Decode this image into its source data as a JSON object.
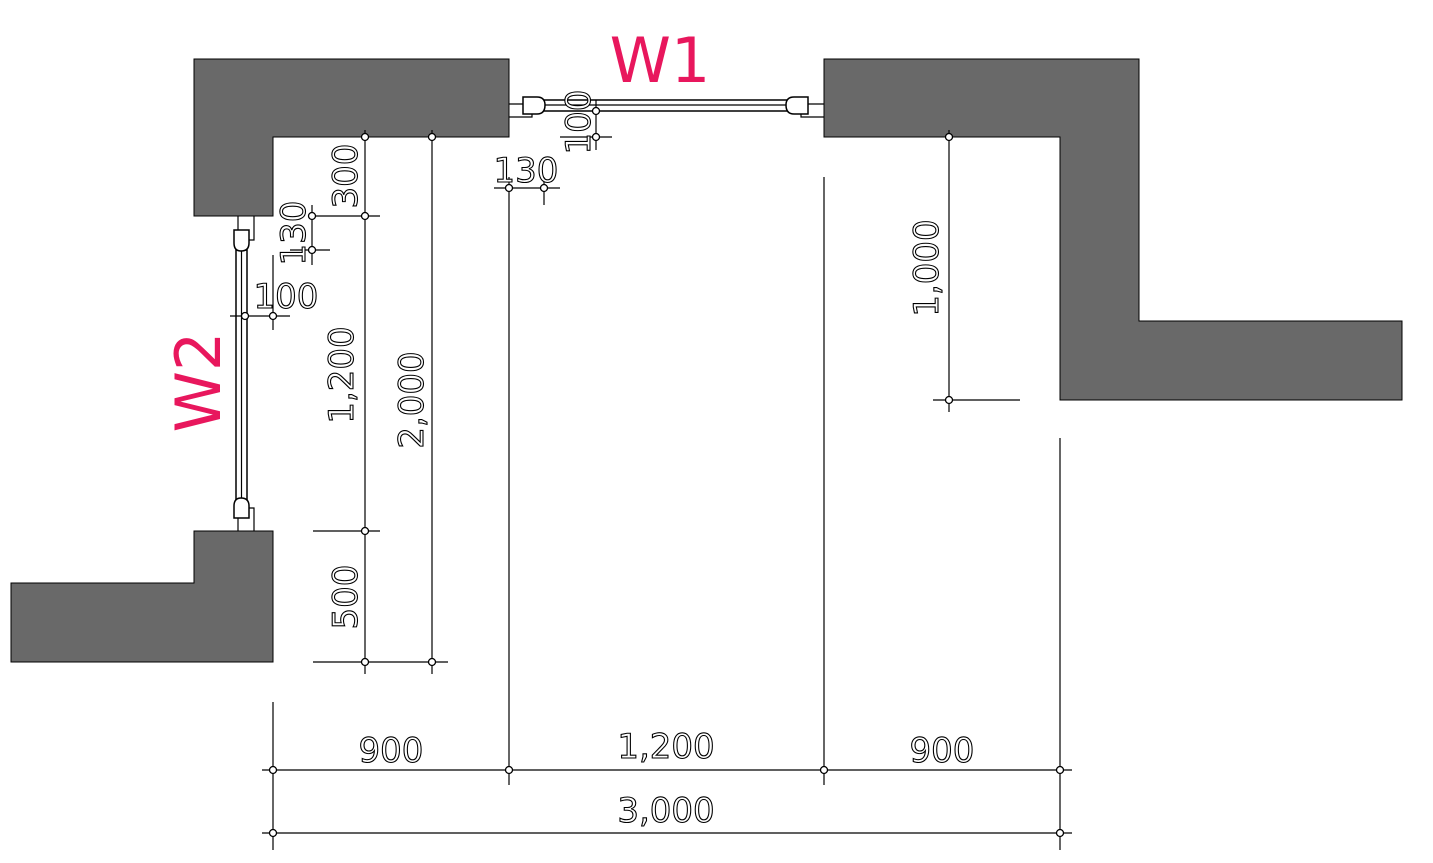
{
  "colors": {
    "wall": "#696969",
    "tag": "#e8175d"
  },
  "windows": {
    "w1": "W1",
    "w2": "W2"
  },
  "dimensions": {
    "bottom_left": "900",
    "bottom_middle": "1,200",
    "bottom_right": "900",
    "bottom_total": "3,000",
    "left_top": "300",
    "left_window": "1,200",
    "left_bottom": "500",
    "left_total": "2,000",
    "right_offset": "1,000",
    "w1_offset": "130",
    "w1_depth": "100",
    "w2_offset": "130",
    "w2_depth": "100"
  }
}
